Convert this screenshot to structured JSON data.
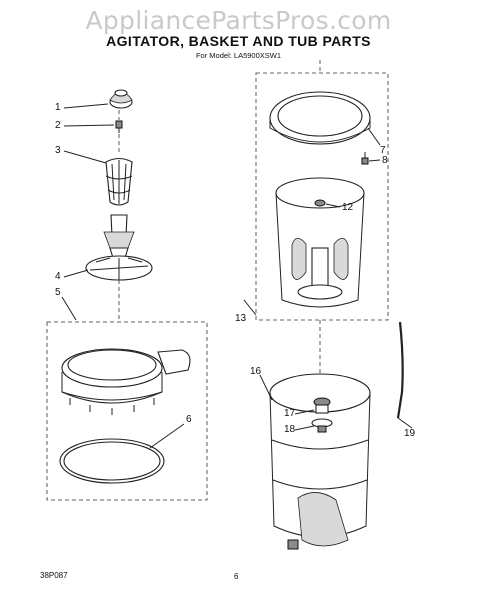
{
  "watermark": "AppliancePartsPros.com",
  "title": "AGITATOR, BASKET AND TUB PARTS",
  "model_line": "For Model: LA5900XSW1",
  "callouts": [
    "1",
    "2",
    "3",
    "4",
    "5",
    "6",
    "7",
    "8",
    "12",
    "13",
    "16",
    "17",
    "18",
    "19"
  ],
  "footer_left": "38P087",
  "footer_page": "6"
}
